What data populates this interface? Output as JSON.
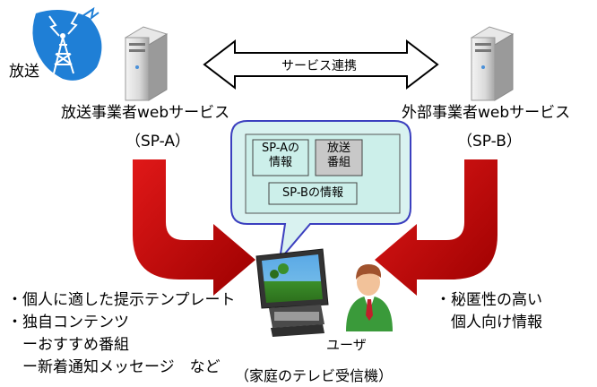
{
  "broadcast": {
    "label": "放送"
  },
  "left_service": {
    "label": "放送事業者webサービス",
    "code": "（SP-A）"
  },
  "right_service": {
    "label": "外部事業者webサービス",
    "code": "（SP-B）"
  },
  "link": {
    "label": "サービス連携"
  },
  "screen": {
    "spa_info": "SP-Aの\n情報",
    "broadcast_program": "放送\n番組",
    "spb_info": "SP-Bの情報"
  },
  "left_items": [
    "・個人に適した提示テンプレート",
    "・独自コンテンツ",
    "　ーおすすめ番組",
    "　ー新着通知メッセージ　など"
  ],
  "right_items": [
    "・秘匿性の高い",
    "　個人向け情報"
  ],
  "user": {
    "label": "ユーザ"
  },
  "tv": {
    "label": "（家庭のテレビ受信機）"
  },
  "colors": {
    "arrow_red": "#c00000",
    "bubble_fill": "#d9f2f0",
    "bubble_border": "#3b3fbf",
    "tower_blue": "#1f7fd6",
    "box_gray": "#c8c8c8"
  }
}
